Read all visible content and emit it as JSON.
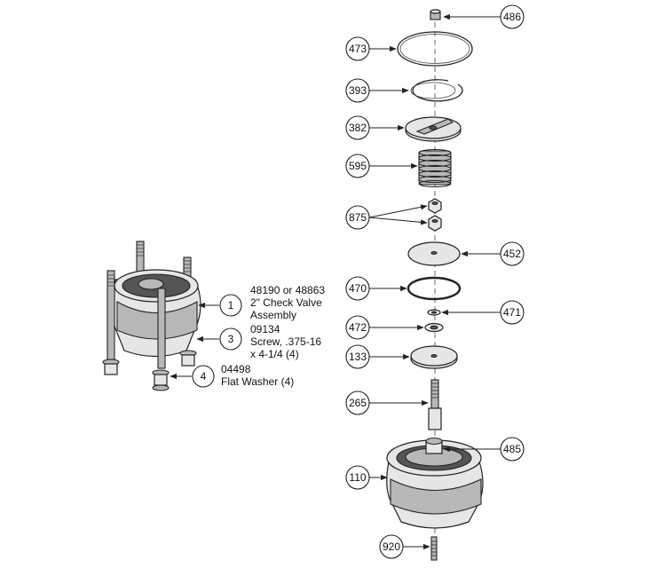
{
  "callouts": [
    {
      "id": "c486",
      "num": "486"
    },
    {
      "id": "c473",
      "num": "473"
    },
    {
      "id": "c393",
      "num": "393"
    },
    {
      "id": "c382",
      "num": "382"
    },
    {
      "id": "c595",
      "num": "595"
    },
    {
      "id": "c875",
      "num": "875"
    },
    {
      "id": "c452",
      "num": "452"
    },
    {
      "id": "c470",
      "num": "470"
    },
    {
      "id": "c471",
      "num": "471"
    },
    {
      "id": "c472",
      "num": "472"
    },
    {
      "id": "c133",
      "num": "133"
    },
    {
      "id": "c265",
      "num": "265"
    },
    {
      "id": "c485",
      "num": "485"
    },
    {
      "id": "c110",
      "num": "110"
    },
    {
      "id": "c920",
      "num": "920"
    }
  ],
  "assembly_items": [
    {
      "num": "1",
      "lines": [
        "48190 or 48863",
        "2\" Check Valve",
        "Assembly"
      ]
    },
    {
      "num": "3",
      "lines": [
        "09134",
        "Screw, .375-16",
        "x 4-1/4 (4)"
      ]
    },
    {
      "num": "4",
      "lines": [
        "04498",
        "Flat Washer (4)"
      ]
    }
  ]
}
